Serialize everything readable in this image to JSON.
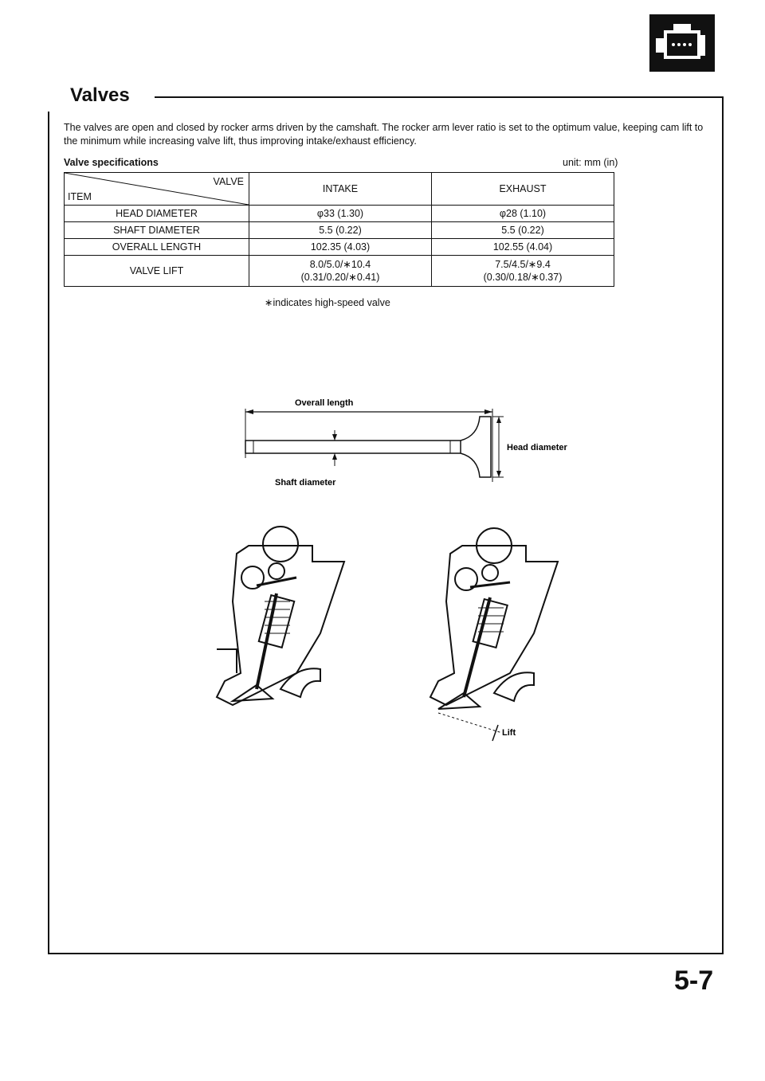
{
  "section": {
    "title": "Valves",
    "intro": "The valves are open and closed by rocker arms driven by the camshaft. The rocker arm lever ratio is set to the optimum value, keeping cam lift to the minimum while increasing valve lift, thus improving intake/exhaust efficiency."
  },
  "specs": {
    "heading": "Valve specifications",
    "unit": "unit: mm (in)",
    "corner_top": "VALVE",
    "corner_bottom": "ITEM",
    "columns": [
      "INTAKE",
      "EXHAUST"
    ],
    "rows": [
      {
        "item": "HEAD DIAMETER",
        "intake": "φ33 (1.30)",
        "exhaust": "φ28 (1.10)"
      },
      {
        "item": "SHAFT DIAMETER",
        "intake": "5.5 (0.22)",
        "exhaust": "5.5 (0.22)"
      },
      {
        "item": "OVERALL LENGTH",
        "intake": "102.35 (4.03)",
        "exhaust": "102.55 (4.04)"
      },
      {
        "item": "VALVE LIFT",
        "intake": "8.0/5.0/∗10.4",
        "intake2": "(0.31/0.20/∗0.41)",
        "exhaust": "7.5/4.5/∗9.4",
        "exhaust2": "(0.30/0.18/∗0.37)"
      }
    ],
    "footnote": "∗indicates high-speed valve"
  },
  "diagram": {
    "overall_length": "Overall length",
    "head_diameter": "Head diameter",
    "shaft_diameter": "Shaft diameter",
    "lift": "Lift"
  },
  "page_number": "5-7",
  "icons": [
    "engine-icon"
  ]
}
